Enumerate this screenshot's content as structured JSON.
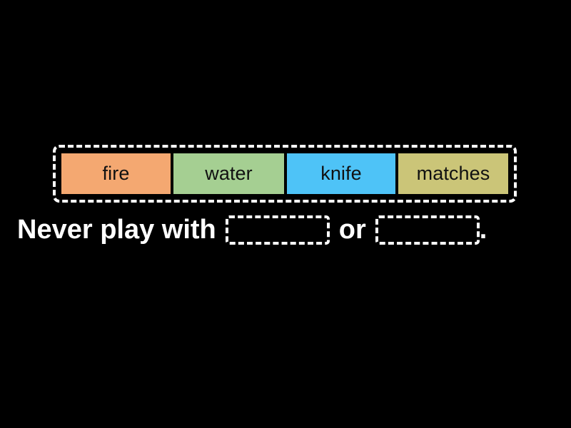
{
  "activity": {
    "type": "drag-and-drop-fill-in-the-blank",
    "background_color": "#000000"
  },
  "word_bank": {
    "border_color": "#ffffff",
    "tiles": [
      {
        "label": "fire",
        "color": "#f4a871",
        "text_color": "#111111",
        "width": 156
      },
      {
        "label": "water",
        "color": "#a5cf92",
        "text_color": "#111111",
        "width": 158
      },
      {
        "label": "knife",
        "color": "#4ec3f7",
        "text_color": "#111111",
        "width": 155
      },
      {
        "label": "matches",
        "color": "#cbc578",
        "text_color": "#111111",
        "width": 157
      }
    ]
  },
  "sentence": {
    "text_color": "#ffffff",
    "parts": [
      {
        "kind": "text",
        "value": "Never play with"
      },
      {
        "kind": "blank",
        "value": "",
        "index": 1
      },
      {
        "kind": "text",
        "value": "or"
      },
      {
        "kind": "blank",
        "value": "",
        "index": 2
      },
      {
        "kind": "punctuation",
        "value": "."
      }
    ]
  }
}
